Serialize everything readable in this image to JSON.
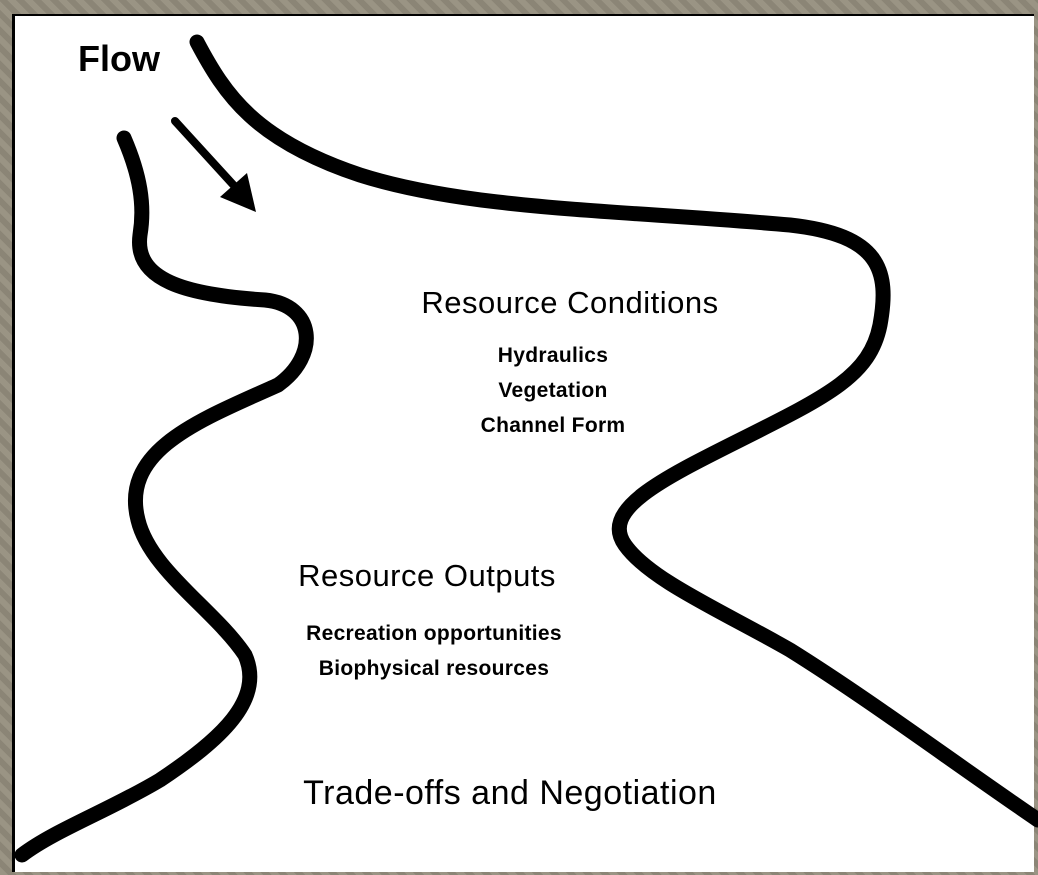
{
  "flow_label": "Flow",
  "sections": {
    "resource_conditions": {
      "title": "Resource Conditions",
      "items": [
        "Hydraulics",
        "Vegetation",
        "Channel Form"
      ]
    },
    "resource_outputs": {
      "title": "Resource Outputs",
      "items": [
        "Recreation opportunities",
        "Biophysical resources"
      ]
    },
    "tradeoffs": {
      "title": "Trade-offs and Negotiation"
    }
  },
  "colors": {
    "stroke": "#000000",
    "background": "#ffffff",
    "frame": "#8f8a7c"
  }
}
